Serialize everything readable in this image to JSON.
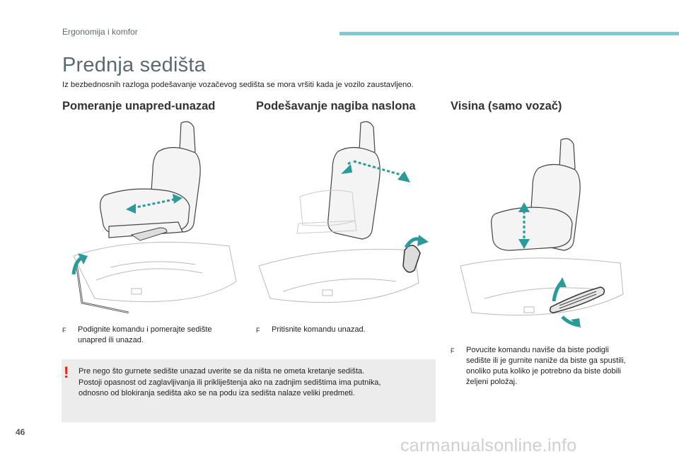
{
  "header": {
    "section": "Ergonomija i komfor"
  },
  "page": {
    "title": "Prednja sedišta",
    "intro": "Iz bezbednosnih razloga podešavanje vozačevog sedišta se mora vršiti kada je vozilo zaustavljeno.",
    "number": "46"
  },
  "columns": [
    {
      "heading": "Pomeranje unapred-unazad",
      "bullet": "Podignite komandu i pomerajte sedište unapred ili unazad."
    },
    {
      "heading": "Podešavanje nagiba naslona",
      "bullet": "Pritisnite komandu unazad."
    },
    {
      "heading": "Visina (samo vozač)",
      "bullet": "Povucite komandu naviše da biste podigli sedište ili je gurnite naniže da biste ga spustili, onoliko puta koliko je potrebno da biste dobili željeni položaj."
    }
  ],
  "bullet_marker": "F",
  "warning": {
    "icon": "!",
    "lines": [
      "Pre nego što gurnete sedište unazad uverite se da ništa ne ometa kretanje sedišta.",
      "Postoji opasnost od zaglavljivanja ili prikliještenja ako na zadnjim sedištima ima putnika,",
      "odnosno od blokiranja sedišta ako se na podu iza sedišta nalaze veliki predmeti."
    ]
  },
  "watermark": "carmanualsonline.info",
  "colors": {
    "accent": "#6ed1d6",
    "arrow": "#2a9a9a",
    "warning": "#e2231a",
    "title": "#5a6a72",
    "box": "#ececec"
  },
  "icons": {
    "warning": "exclamation-icon",
    "bullet": "pointer-icon"
  }
}
